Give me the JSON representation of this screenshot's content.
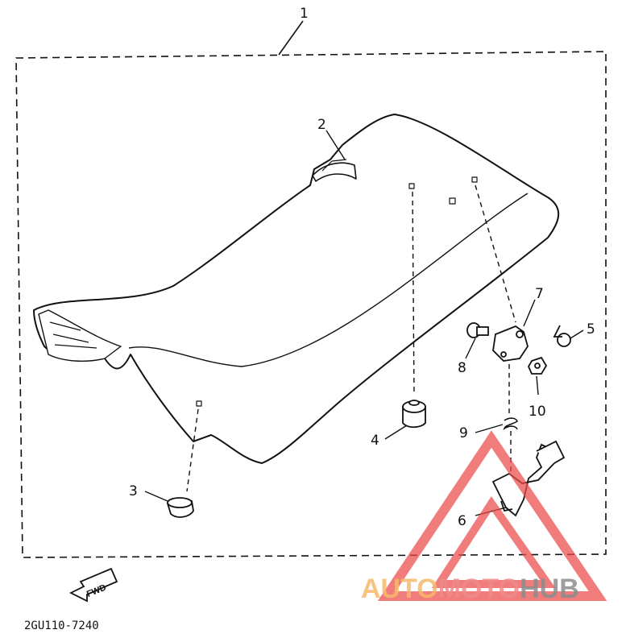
{
  "callouts": {
    "c1": "1",
    "c2": "2",
    "c3": "3",
    "c4": "4",
    "c5": "5",
    "c6": "6",
    "c7": "7",
    "c8": "8",
    "c9": "9",
    "c10": "10"
  },
  "fwd_label": "FWD",
  "drawing_code": "2GU110-7240",
  "watermark": {
    "part1": "AUTO",
    "part2": "MOTO",
    "part3": "HUB",
    "colors": [
      "#f7b96a",
      "#f08a8a",
      "#8c8c8c"
    ]
  }
}
